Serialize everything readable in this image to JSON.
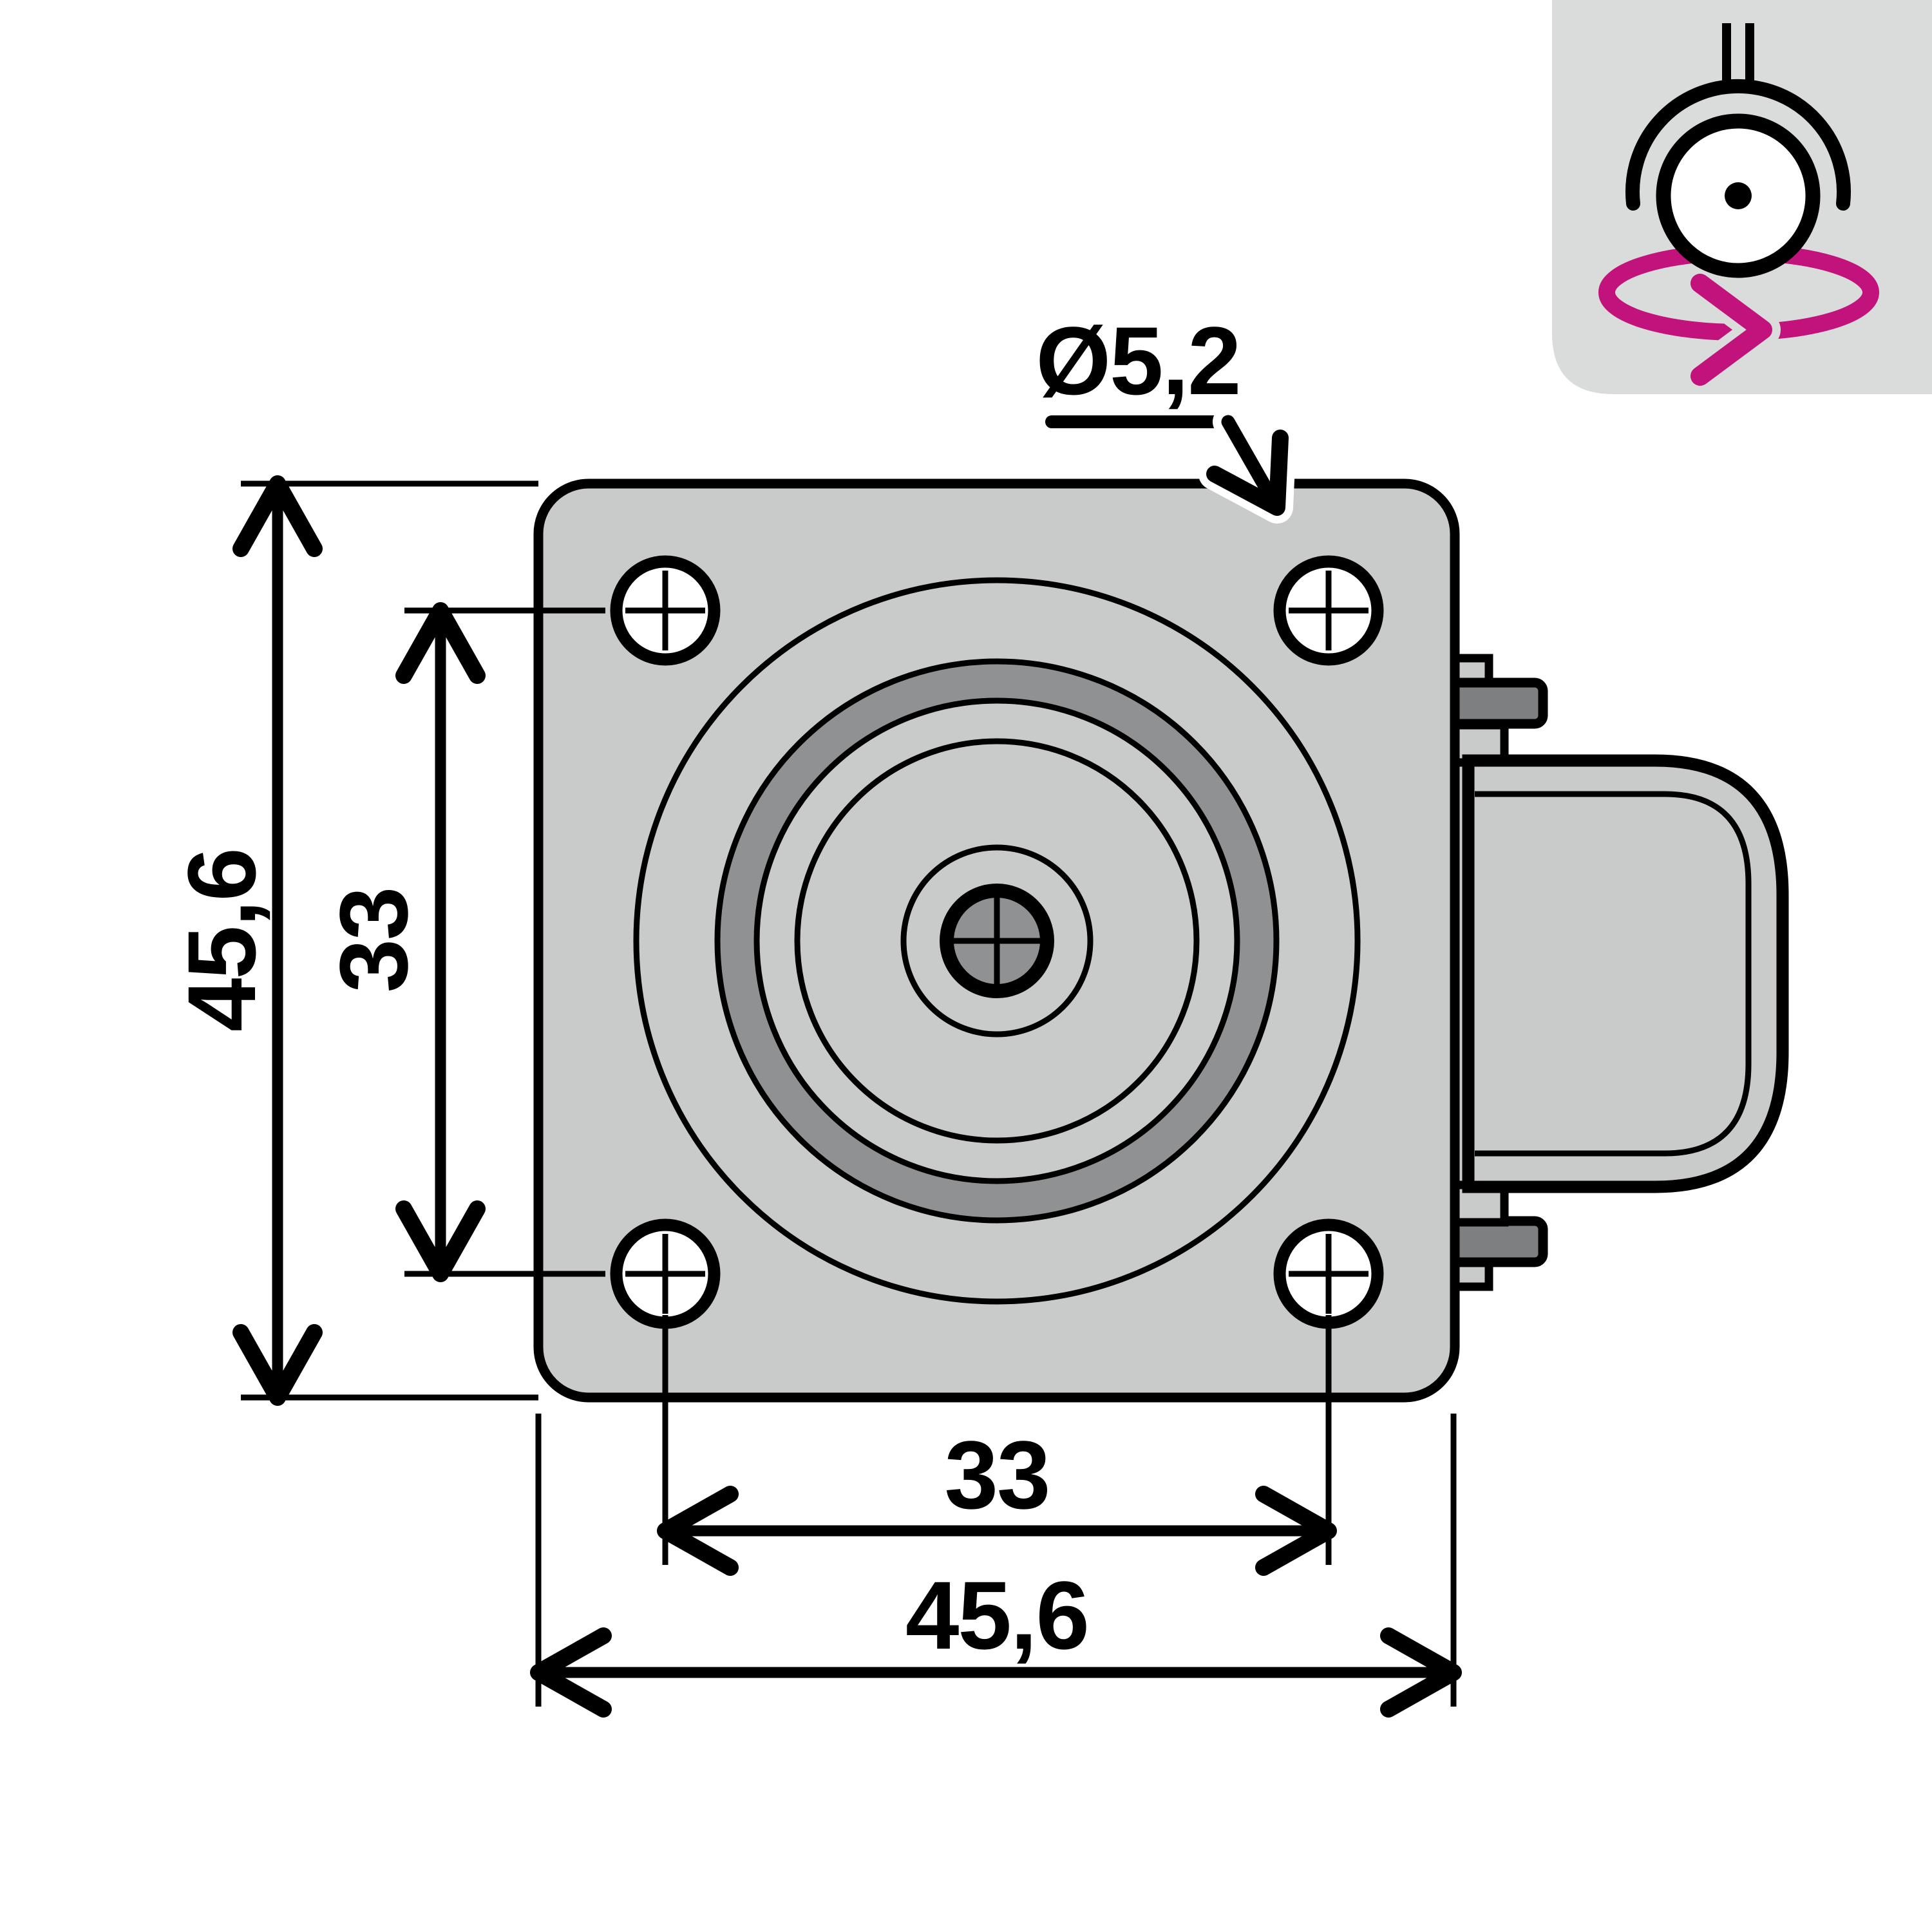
{
  "drawing": {
    "type": "technical-dimension-drawing",
    "subject": "swivel-caster-mounting-plate-top-view",
    "dimensions": {
      "plate_height": {
        "label": "45,6",
        "orientation": "vertical",
        "side": "left-outer"
      },
      "hole_spacing_vertical": {
        "label": "33",
        "orientation": "vertical",
        "side": "left-inner"
      },
      "hole_spacing_horizontal": {
        "label": "33",
        "orientation": "horizontal",
        "side": "bottom-inner"
      },
      "plate_width": {
        "label": "45,6",
        "orientation": "horizontal",
        "side": "bottom-outer"
      },
      "hole_diameter": {
        "label": "Ø5,2",
        "orientation": "leader",
        "side": "top-right"
      }
    },
    "mounting_holes": {
      "count": 4,
      "marker": "crosshair"
    },
    "colors": {
      "background": "#ffffff",
      "line": "#000000",
      "plate_fill": "#c9caca",
      "bearing_ring_fill": "#909192",
      "hub_fill": "#909192",
      "brake_tab_fill": "#7d7f80",
      "icon_background": "#dadbdb",
      "rotation_arrow": "#c2127b"
    },
    "badge": {
      "icon": "swivel-caster-rotation-icon",
      "meaning": "swivel caster with 360 degree rotation"
    }
  }
}
